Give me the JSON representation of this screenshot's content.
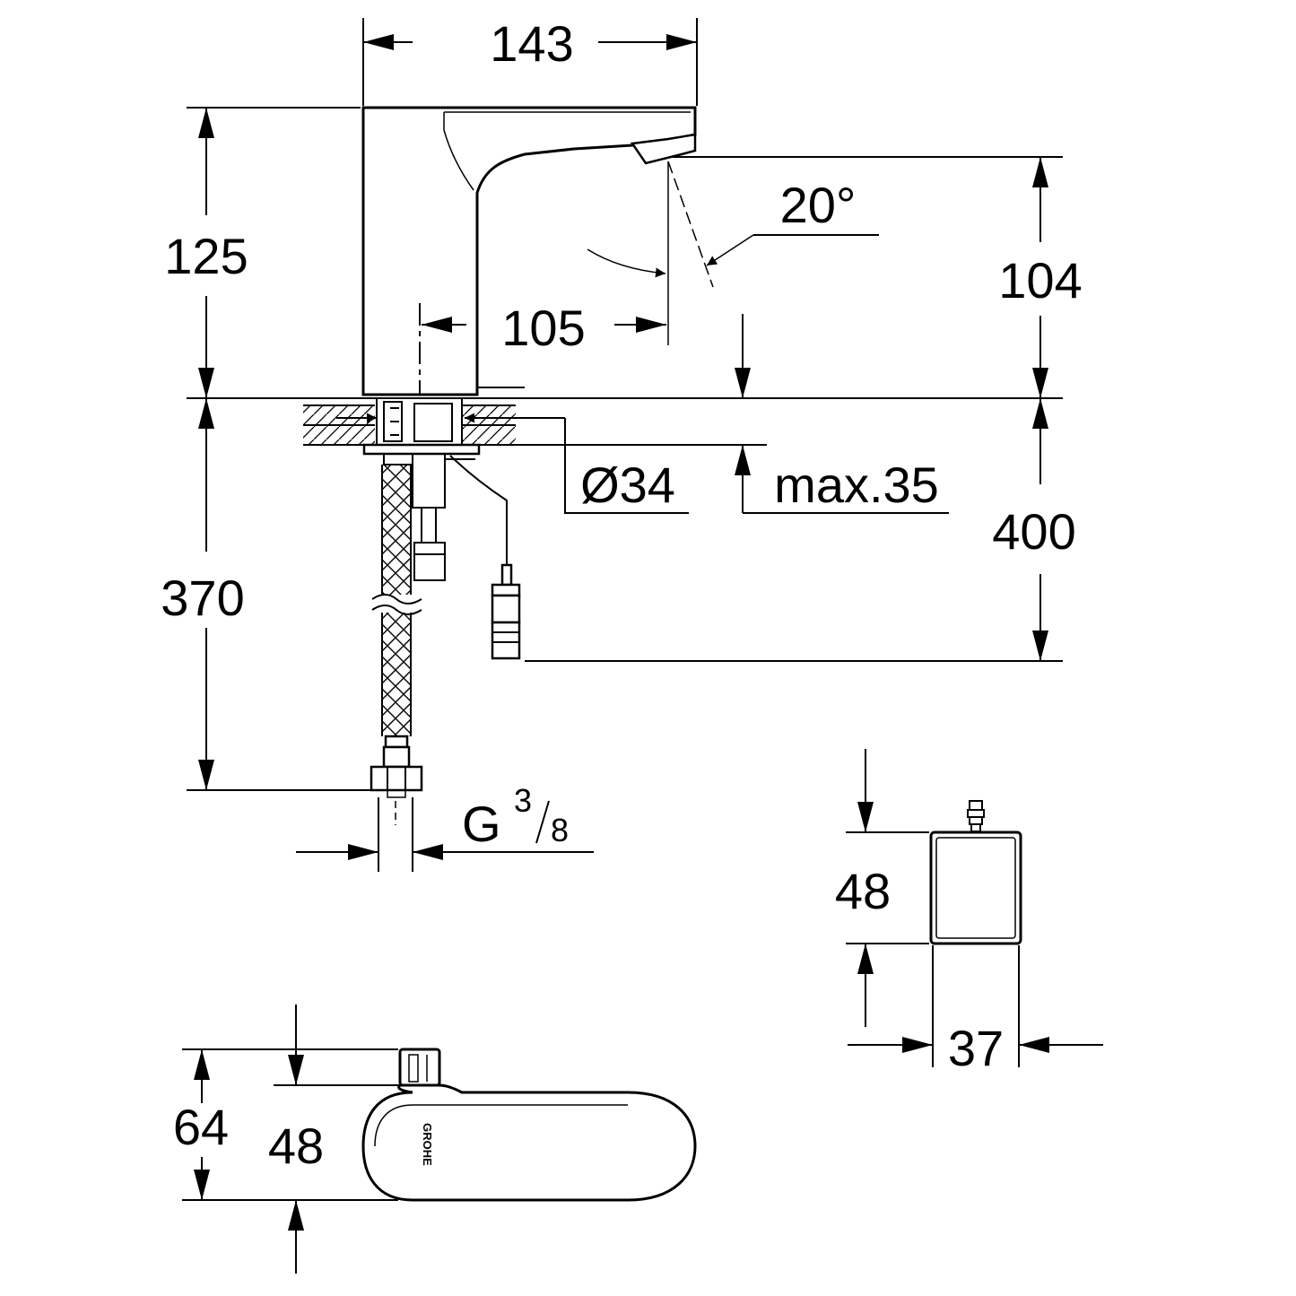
{
  "dimensions": {
    "top_width": "143",
    "spout_height": "125",
    "spout_angle": "20°",
    "outlet_height": "104",
    "spout_reach": "105",
    "hose_length": "370",
    "hole_diameter": "Ø34",
    "max_thickness": "max.35",
    "cable_length": "400",
    "connection_g": "G",
    "connection_num": "3",
    "connection_den": "8",
    "box_height": "48",
    "box_width": "37",
    "handle_total": "64",
    "handle_height": "48"
  },
  "logo": {
    "text": "GROHE"
  }
}
